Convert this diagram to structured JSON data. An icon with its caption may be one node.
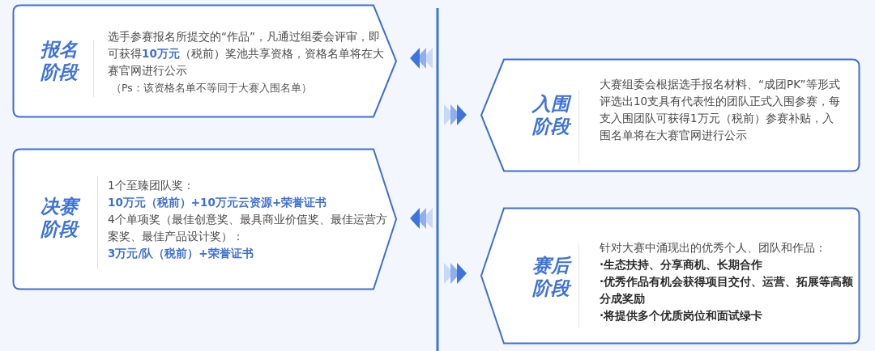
{
  "diagram": {
    "nodes": [
      {
        "text": [
          "报名阶段",
          "选手参赛报名所提交的“作品”，凡通过组委会评审，即可获得**10万元**（税前）奖池共享资格，资格名单将在大赛官网进行公示",
          "（Ps：该资格名单不等同于大赛入围名单）"
        ]
      },
      {
        "text": [
          "入围阶段",
          "大赛组委会根据选手报名材料、“成团PK”等形式评选出10支具有代表性的团队正式入围参赛，每支入围团队可获得1万元（税前）参赛补贴，入围名单将在大赛官网进行公示"
        ]
      },
      {
        "text": [
          "决赛阶段",
          "1个至臻团队奖：",
          "10万元（税前）+10万元云资源+荣誉证书",
          "4个单项奖（最佳创意奖、最具商业价值奖、最佳运营方案奖、最佳产品设计奖）：",
          "3万元/队（税前）+荣誉证书"
        ]
      },
      {
        "text": [
          "赛后阶段",
          "针对大赛中涌现出的优秀个人、团队和作品：",
          "·生态扶持、分享商机、长期合作",
          "·优秀作品有机会获得项目交付、运营、拓展等高额分成奖励",
          "·将提供多个优质岗位和面试绿卡"
        ]
      }
    ]
  }
}
